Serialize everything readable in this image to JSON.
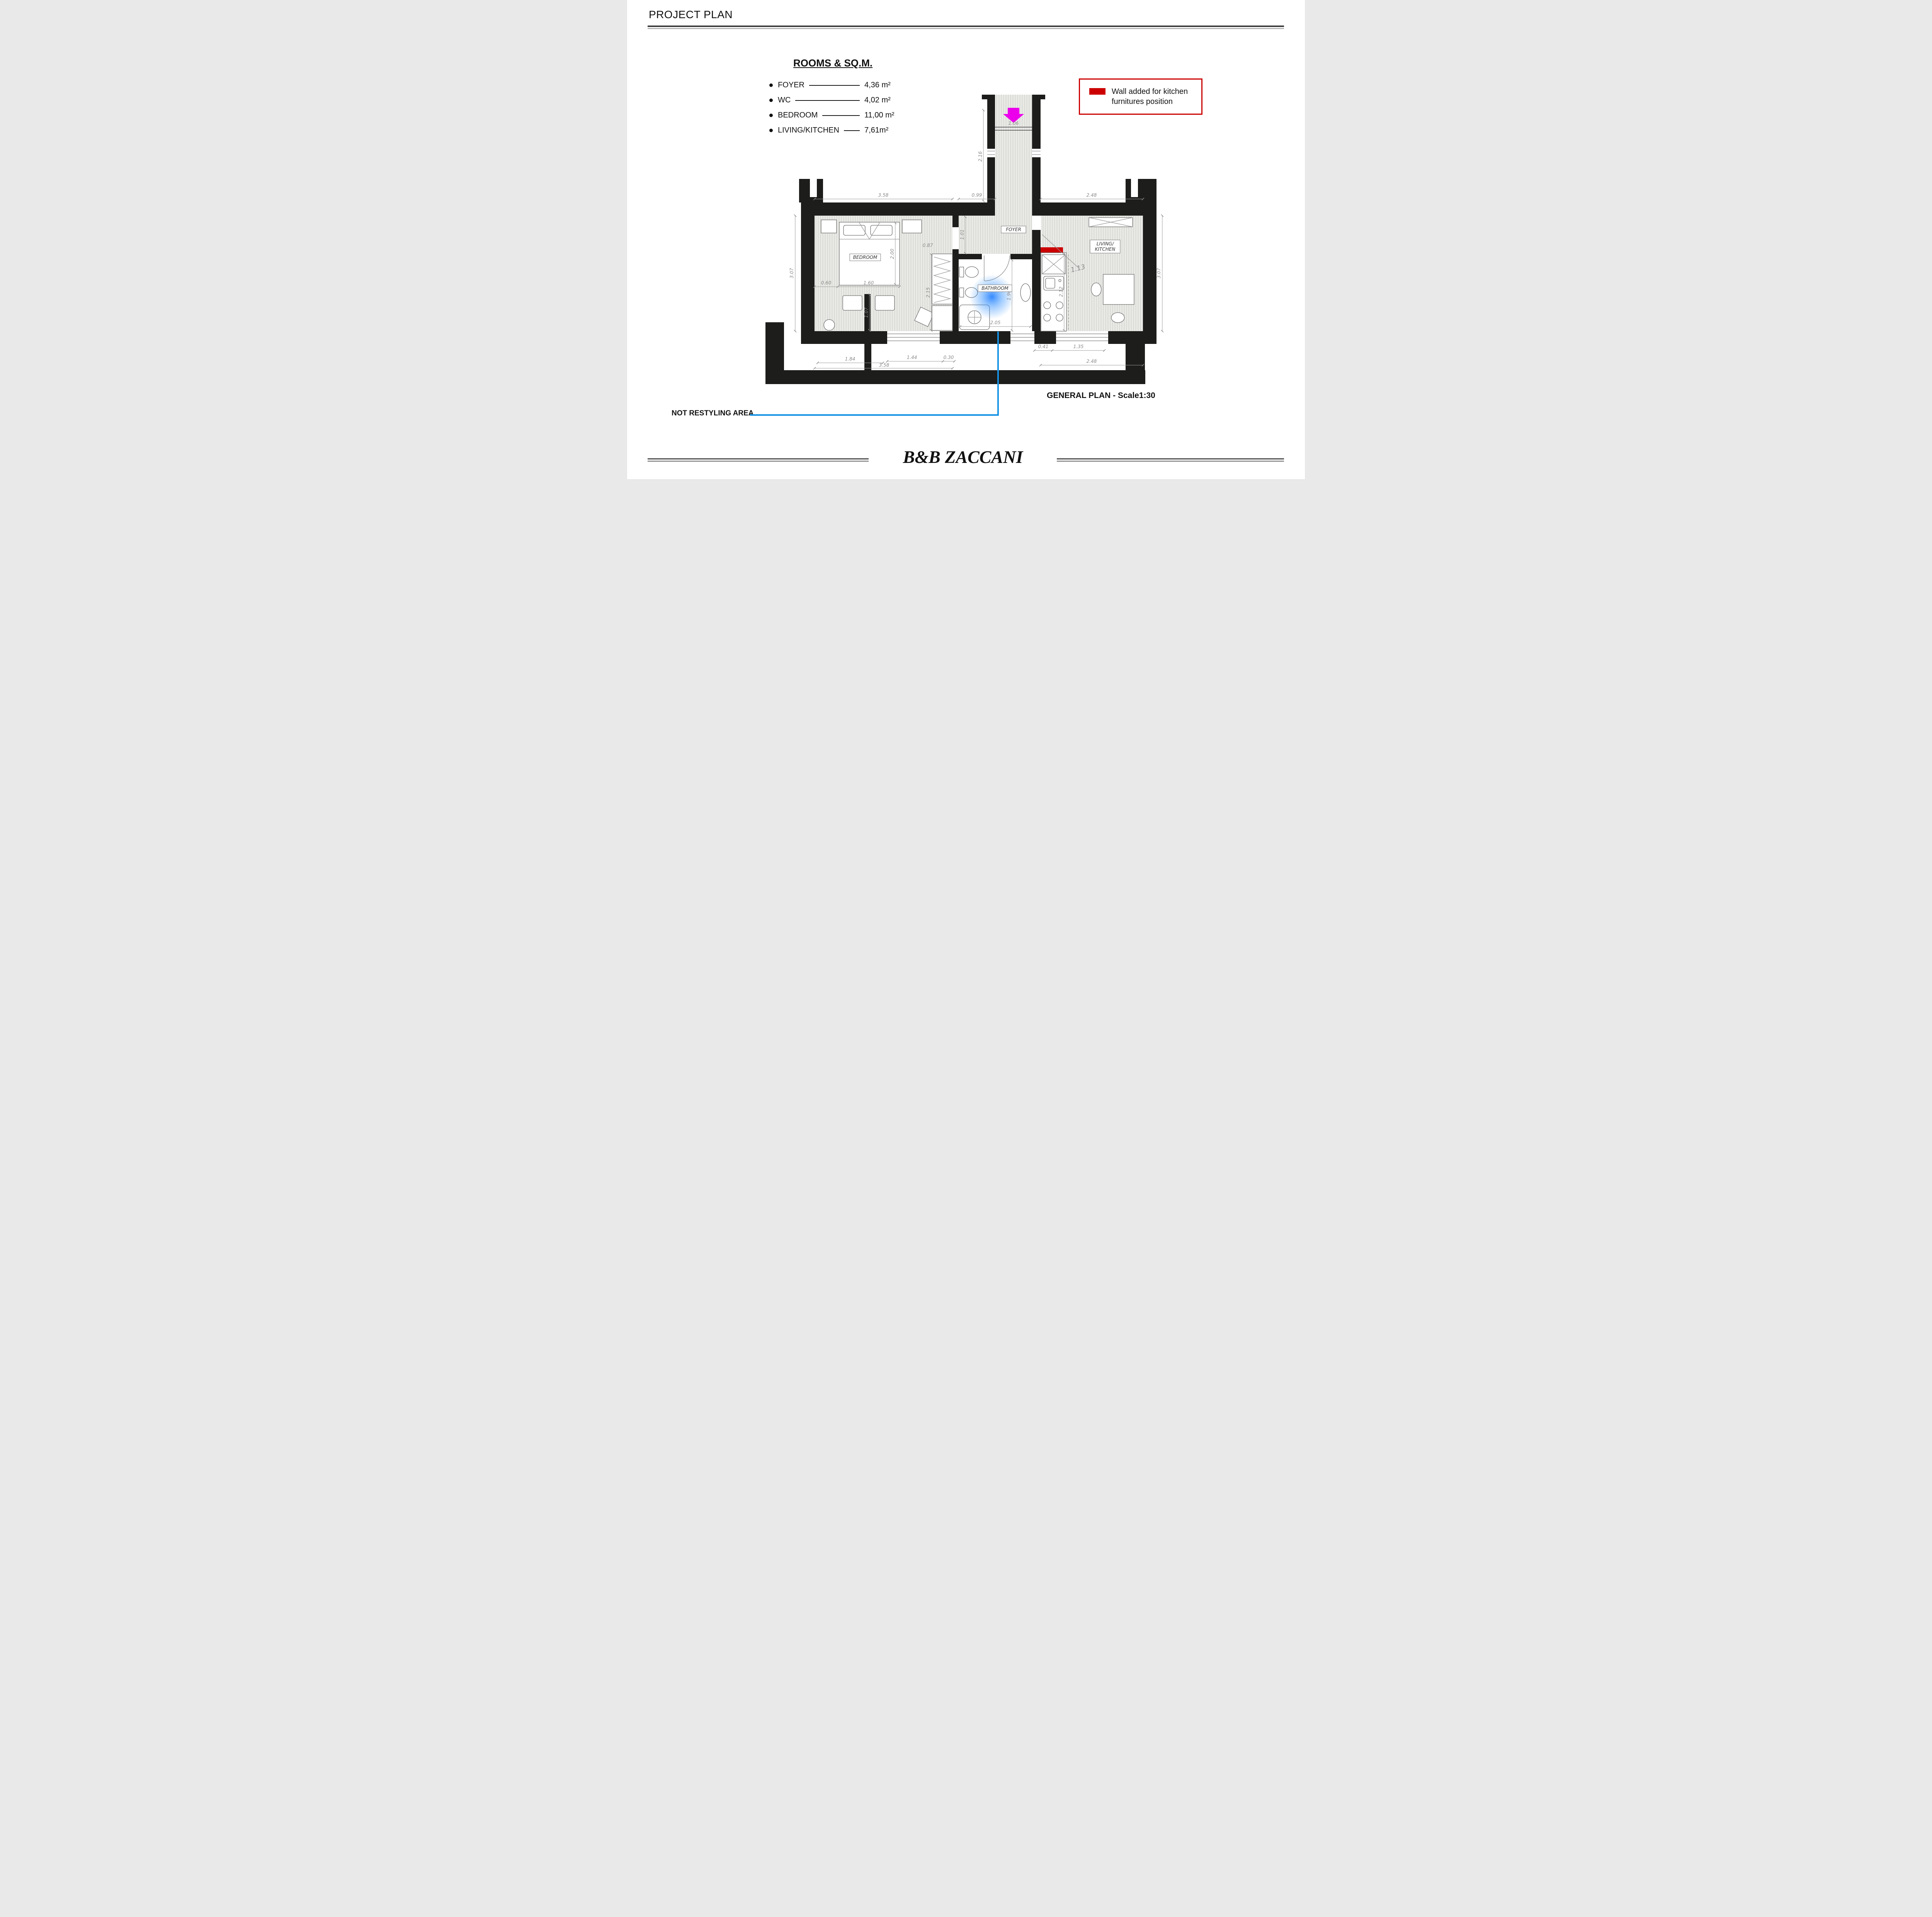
{
  "header": {
    "title": "PROJECT PLAN"
  },
  "legend": {
    "title": "ROOMS & SQ.M.",
    "items": [
      {
        "label": "FOYER",
        "value": "4,36 m²"
      },
      {
        "label": "WC",
        "value": "4,02 m²"
      },
      {
        "label": "BEDROOM",
        "value": "11,00 m²"
      },
      {
        "label": "LIVING/KITCHEN",
        "value": "7,61m²"
      }
    ]
  },
  "wall_note": {
    "text": "Wall added for kitchen furnitures position"
  },
  "colors": {
    "added_wall": "#cc0000",
    "entry_arrow": "#ec00ec",
    "callout_line": "#1593e6",
    "highlight_glow": "#2f7fe0"
  },
  "plan": {
    "rooms": {
      "foyer": "FOYER",
      "bedroom": "BEDROOM",
      "bathroom": "BATHROOM",
      "living_kitchen_line1": "LIVING/",
      "living_kitchen_line2": "KITCHEN"
    },
    "dims": {
      "entry_width": "1.06",
      "corridor_depth": "2.16",
      "top_bedroom": "3.58",
      "top_foyer": "0.99",
      "top_living": "2.48",
      "foyer_depth": "1.01",
      "bedroom_door": "0.87",
      "bed_length": "2.00",
      "left_height": "3.07",
      "bed_offset": "0.60",
      "bed_width": "1.60",
      "closet_height": "2.15",
      "nook_height": "1.07",
      "bath_depth": "1.96",
      "bath_width": "2.05",
      "kitchen_depth": "2.12",
      "kitchen_door": "1.13",
      "window_offset": "0.41",
      "window_width": "1.35",
      "bottom_living": "2.48",
      "bottom_a": "1.84",
      "bottom_b": "1.44",
      "bottom_c": "0.30",
      "bottom_bedroom": "3.58",
      "right_height": "3.07"
    },
    "caption": "GENERAL PLAN  - Scale1:30",
    "callout": "NOT RESTYLING AREA"
  },
  "footer": {
    "title": "B&B ZACCANI"
  }
}
